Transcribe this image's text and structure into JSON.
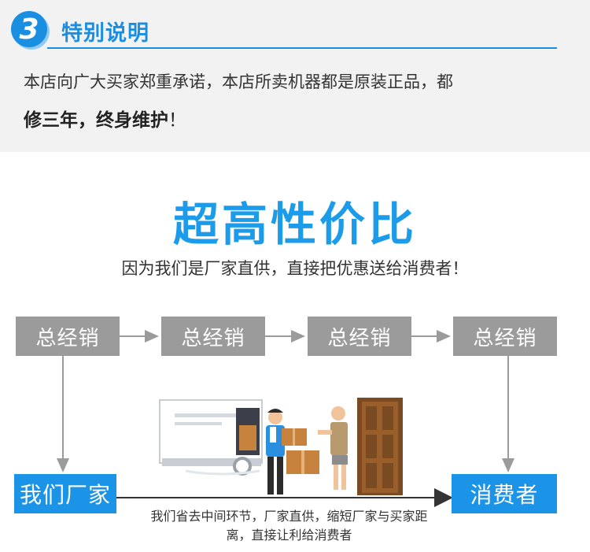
{
  "notice": {
    "badge": "3",
    "title": "特别说明",
    "line1": "本店向广大买家郑重承诺，本店所卖机器都是原装正品，都",
    "line2_bold": "修三年，终身维护",
    "line2_end": "！"
  },
  "headline": "超高性价比",
  "subline": "因为我们是厂家直供，直接把优惠送给消费者！",
  "flow": {
    "distributors": [
      "总经销",
      "总经销",
      "总经销",
      "总经销"
    ],
    "factory": "我们厂家",
    "consumer": "消费者",
    "caption_line1": "我们省去中间环节，厂家直供，缩短厂家与买家距",
    "caption_line2": "离，直接让利给消费者"
  },
  "colors": {
    "accent": "#1a8ee1",
    "distributor_box": "#9b9b9b",
    "end_box": "#1b93e6",
    "arrow": "#9b9b9b"
  }
}
